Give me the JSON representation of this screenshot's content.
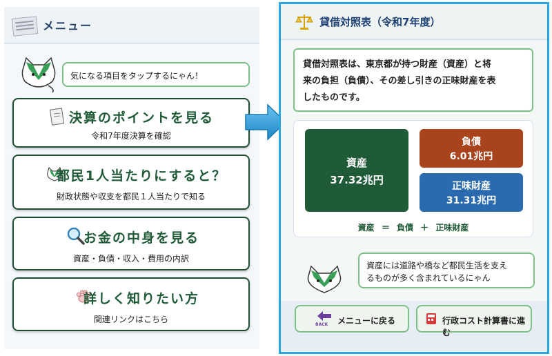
{
  "menu": {
    "title": "メニュー",
    "cat_speech": "気になる項目をタップするにゃん！",
    "buttons": [
      {
        "title": "決算のポイントを見る",
        "sub": "令和7年度決算を確認",
        "icon": "document-icon"
      },
      {
        "title": "都民1人当たりにすると？",
        "sub": "財政状態や収支を都民１人当たりで知る",
        "icon": "cat-face-icon"
      },
      {
        "title": "お金の中身を見る",
        "sub": "資産・負債・収入・費用の内訳",
        "icon": "magnifier-icon"
      },
      {
        "title": "詳しく知りたい方",
        "sub": "関連リンクはこちら",
        "icon": "paw-icon"
      }
    ]
  },
  "detail": {
    "title": "貸借対照表（令和7年度）",
    "intro_lines": [
      "貸借対照表は、東京都が持つ財産（資産）と将",
      "来の負担（負債）、その差し引きの正味財産を表",
      "したものです。"
    ],
    "assets_label": "資産",
    "assets_value": "37.32兆円",
    "liabilities_label": "負債",
    "liabilities_value": "6.01兆円",
    "net_label": "正味財産",
    "net_value": "31.31兆円",
    "formula": "資産 ＝ 負債 ＋ 正味財産",
    "cat_speech_lines": [
      "資産には道路や橋など都民生活を支え",
      "るものが多く含まれているにゃん"
    ],
    "back_label": "メニューに戻る",
    "back_icon_text": "BACK",
    "next_label": "行政コスト計算書に進む"
  },
  "colors": {
    "assets": "#1e5b36",
    "liabilities": "#a8431b",
    "net": "#2a6bb0",
    "highlight_border": "#29a7e1"
  }
}
